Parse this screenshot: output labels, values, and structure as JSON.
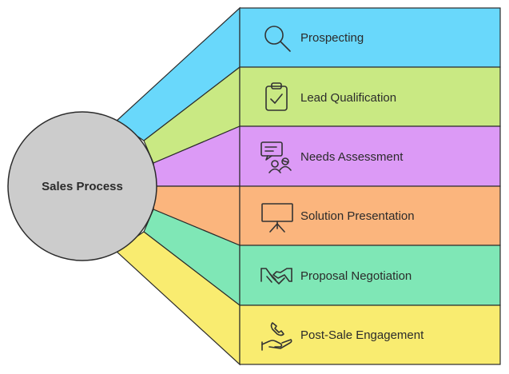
{
  "center": {
    "label": "Sales Process",
    "color": "#cccccc"
  },
  "stages": [
    {
      "label": "Prospecting",
      "icon": "magnifier-icon",
      "color": "#69d8fb"
    },
    {
      "label": "Lead Qualification",
      "icon": "clipboard-check-icon",
      "color": "#c9e983"
    },
    {
      "label": "Needs Assessment",
      "icon": "chat-people-icon",
      "color": "#dc9af6"
    },
    {
      "label": "Solution Presentation",
      "icon": "presentation-board-icon",
      "color": "#fbb57d"
    },
    {
      "label": "Proposal Negotiation",
      "icon": "handshake-icon",
      "color": "#7fe7b6"
    },
    {
      "label": "Post-Sale Engagement",
      "icon": "phone-hand-icon",
      "color": "#f9ec70"
    }
  ]
}
